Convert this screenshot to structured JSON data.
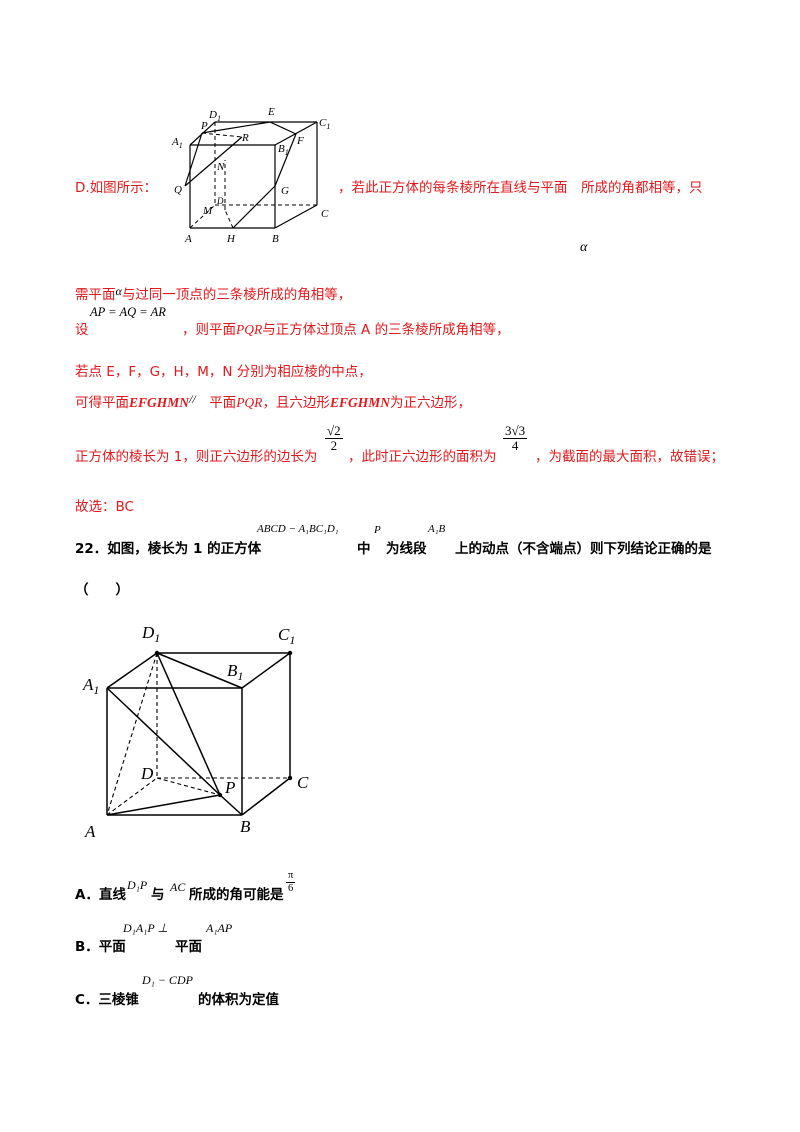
{
  "section_d": {
    "option_label": "D.如图所示：",
    "text_after_figure": "，若此正方体的每条棱所在直线与平面　所成的角都相等，只",
    "alpha": "α",
    "line2_pre": "需平面",
    "line2_alpha": "α",
    "line2_post": "与过同一顶点的三条棱所成的角相等，",
    "line3_pre": "设",
    "line3_formula": "AP = AQ = AR",
    "line3_mid": "，则平面",
    "line3_plane": "PQR",
    "line3_post": "与正方体过顶点 A 的三条棱所成角相等，",
    "line4": "若点 E，F，G，H，M，N 分别为相应棱的中点，",
    "line5_pre": "可得平面",
    "line5_plane1": "EFGHMN",
    "line5_parallel": "//",
    "line5_mid": "平面",
    "line5_plane2": "PQR",
    "line5_mid2": "，且六边形",
    "line5_hex": "EFGHMN",
    "line5_post": "为正六边形，",
    "line6_pre": "正方体的棱长为 1，则正六边形的边长为",
    "line6_frac_num": "√2",
    "line6_frac_den": "2",
    "line6_mid": "，此时正六边形的面积为",
    "line6_frac2_num": "3√3",
    "line6_frac2_den": "4",
    "line6_post": "，为截面的最大面积，故错误；",
    "answer": "故选：BC",
    "figure_labels": {
      "D1": "D",
      "D1_sub": "1",
      "E": "E",
      "C1": "C",
      "C1_sub": "1",
      "A1": "A",
      "A1_sub": "1",
      "P": "P",
      "R": "R",
      "B1": "B",
      "B1_sub": "1",
      "F": "F",
      "N": "N",
      "Q": "Q",
      "G": "G",
      "D": "D",
      "M": "M",
      "C": "C",
      "A": "A",
      "H": "H",
      "B": "B"
    }
  },
  "q22": {
    "number_text": "22．如图，棱长为 1 的正方体",
    "cube_name": "ABCD − A₁BC₁D₁",
    "mid_text": "中",
    "P": "P",
    "seg_text": "为线段",
    "segment": "A₁B",
    "tail_text": "上的动点（不含端点）则下列结论正确的是",
    "paren": "（　　）",
    "figure_labels": {
      "D1": "D",
      "D1_sub": "1",
      "C1": "C",
      "C1_sub": "1",
      "A1": "A",
      "A1_sub": "1",
      "B1": "B",
      "B1_sub": "1",
      "D": "D",
      "P": "P",
      "C": "C",
      "A": "A",
      "B": "B"
    },
    "options": [
      {
        "label": "A．直线",
        "f1": "D₁P",
        "t1": "与",
        "f2": "AC",
        "t2": "所成的角可能是",
        "frac_num": "π",
        "frac_den": "6"
      },
      {
        "label": "B．平面",
        "f1": "D₁A₁P ⊥",
        "t1": "平面",
        "f2": "A₁AP"
      },
      {
        "label": "C．三棱锥",
        "f1": "D₁ − CDP",
        "t1": "的体积为定值"
      }
    ]
  }
}
